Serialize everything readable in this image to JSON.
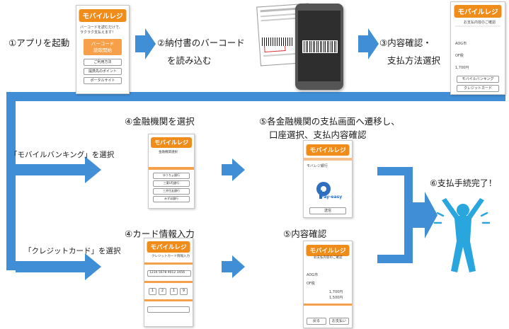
{
  "steps": {
    "s1": "①アプリを起動",
    "s2a": "②納付書のバーコード",
    "s2b": "を読み込む",
    "s3a": "③内容確認・",
    "s3b": "支払方法選択",
    "s4a": "④金融機関を選択",
    "s5a1": "⑤各金融機関の支払画面へ遷移し、",
    "s5a2": "口座選択、支払内容確認",
    "s4b": "④カード情報入力",
    "s5b": "⑤内容確認",
    "s6": "⑥支払手続完了！"
  },
  "branches": {
    "mobile": "「モバイルバンキング」を選択",
    "credit": "「クレジットカード」を選択"
  },
  "app": {
    "logo": "モバイルレジ",
    "screen1": {
      "tagline": "バーコードを読むだけで、ラクラク支払えます！",
      "main_button": "バーコード\n読取開始",
      "menu": [
        "ご利用方法",
        "提携先のポイント",
        "ポータルサイト"
      ]
    },
    "screen3": {
      "title": "お支払内容のご確認",
      "rows": [
        "AOG市",
        "OF税",
        "1,700円"
      ],
      "buttons": [
        "モバイルバンキング",
        "クレジットカード"
      ]
    },
    "screen4a": {
      "title": "金融機関選択",
      "options": [
        "ゆうちょ銀行",
        "三菱UFJ銀行",
        "三井住友銀行",
        "みずほ銀行"
      ]
    },
    "screen5a": {
      "title": "モバレジ銀行",
      "brand": "Pay-easy",
      "button": "送信"
    },
    "screen4b": {
      "title": "クレジットカード情報入力",
      "card_number": "1234 5678 9012 3456",
      "expiry": [
        "1",
        "2",
        "1",
        "9"
      ]
    },
    "screen5b": {
      "title": "お支払内容のご確認",
      "rows": [
        "AOG市",
        "OF税",
        "1,700円",
        "1,500円"
      ],
      "buttons": [
        "戻る",
        "お支払い"
      ]
    }
  },
  "colors": {
    "arrow": "#3f8ed6",
    "brand": "#f08c1a",
    "figure": "#2aa6df"
  }
}
